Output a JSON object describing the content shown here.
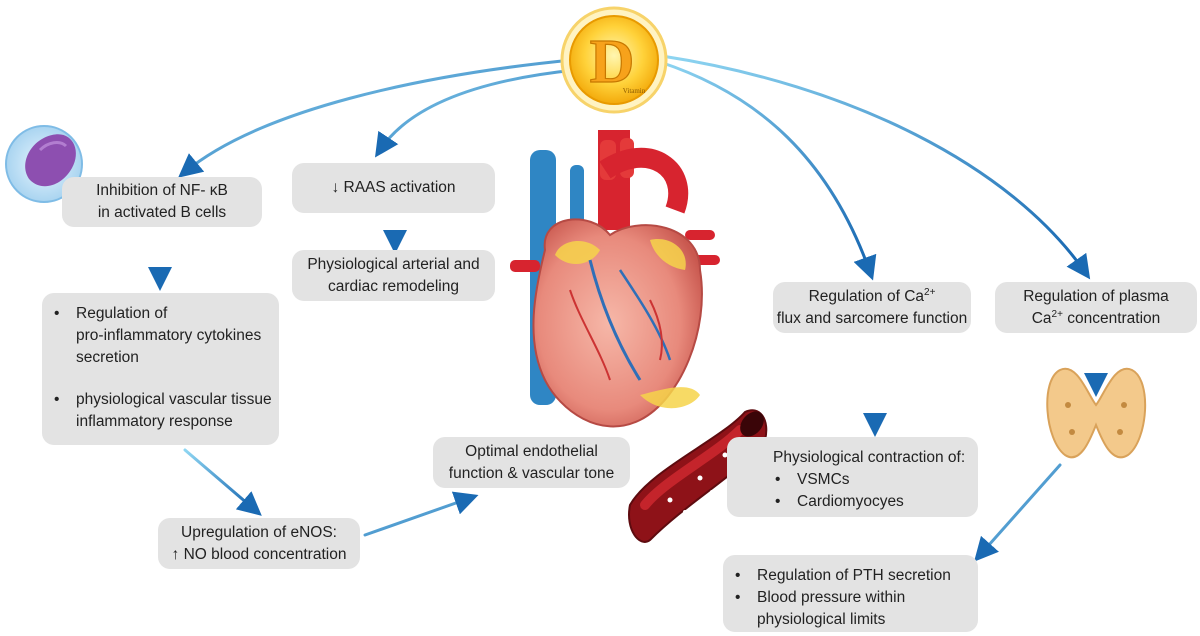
{
  "vitamin": {
    "letter": "D",
    "label": "Vitamin"
  },
  "boxes": {
    "nfkb": {
      "line1": "Inhibition of  NF- κB",
      "line2": "in activated B cells"
    },
    "raas": {
      "text": "↓ RAAS activation"
    },
    "remodel": {
      "line1": "Physiological arterial and",
      "line2": "cardiac remodeling"
    },
    "cytokines": {
      "item1_l1": "Regulation of",
      "item1_l2": "pro-inflammatory cytokines",
      "item1_l3": "secretion",
      "item2_l1": "physiological vascular tissue",
      "item2_l2": "inflammatory response"
    },
    "enos": {
      "line1": "Upregulation of eNOS:",
      "line2": "↑ NO blood concentration"
    },
    "endothelial": {
      "line1": "Optimal endothelial",
      "line2": "function & vascular tone"
    },
    "ca_flux": {
      "line1_pre": "Regulation of Ca",
      "line1_sup": "2+",
      "line2": "flux and sarcomere function"
    },
    "plasma_ca": {
      "line1": "Regulation of plasma",
      "line2_sup": "2+",
      "line2_post": " concentration",
      "line2_pre": "Ca"
    },
    "contraction": {
      "title": "Physiological contraction of:",
      "item1": "VSMCs",
      "item2": "Cardiomyocyes"
    },
    "pth": {
      "item1": "Regulation of PTH secretion",
      "item2_l1": "Blood pressure within",
      "item2_l2": "physiological limits"
    }
  },
  "colors": {
    "box": "#e3e3e3",
    "arrow_dark": "#1f6fb4",
    "arrow_light": "#6ec6ea",
    "vitamin_gold": "#f4b400"
  }
}
